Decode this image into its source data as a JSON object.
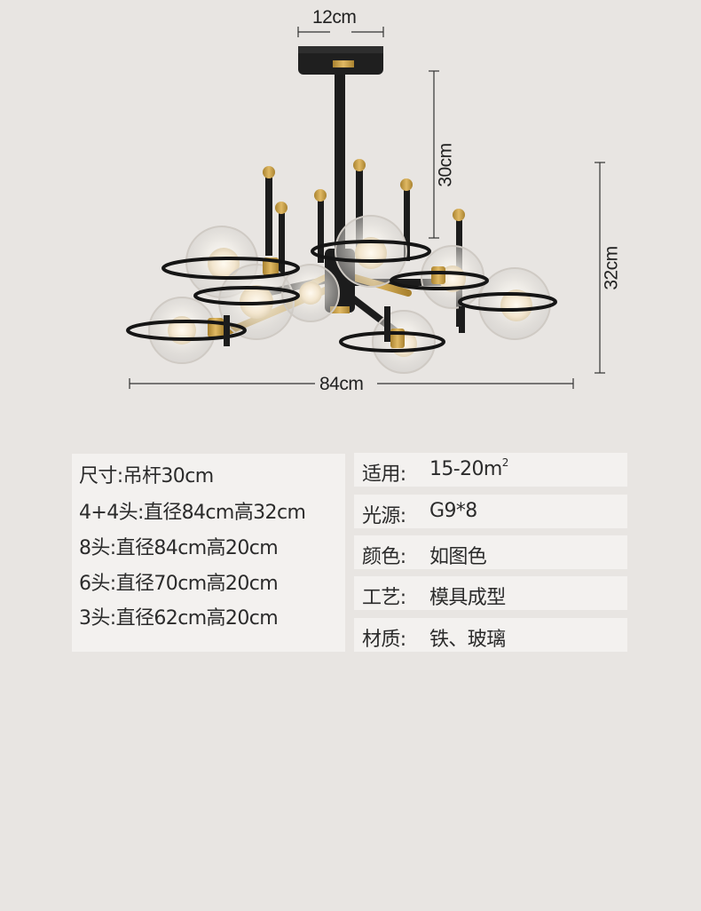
{
  "dimensions": {
    "top_width": "12cm",
    "rod_height": "30cm",
    "total_height": "32cm",
    "total_width": "84cm"
  },
  "specs_left": [
    "尺寸:吊杆30cm",
    "4+4头:直径84cm高32cm",
    "8头:直径84cm高20cm",
    "6头:直径70cm高20cm",
    "3头:直径62cm高20cm"
  ],
  "specs_right": [
    {
      "key": "适用:",
      "value": "15-20m",
      "sup": "2"
    },
    {
      "key": "光源:",
      "value": "G9*8"
    },
    {
      "key": "颜色:",
      "value": "如图色"
    },
    {
      "key": "工艺:",
      "value": "模具成型"
    },
    {
      "key": "材质:",
      "value": "铁、玻璃"
    }
  ],
  "colors": {
    "background": "#e8e5e2",
    "panel": "#f3f1ef",
    "iron": "#1e1e1e",
    "brass": "#c8a050"
  }
}
